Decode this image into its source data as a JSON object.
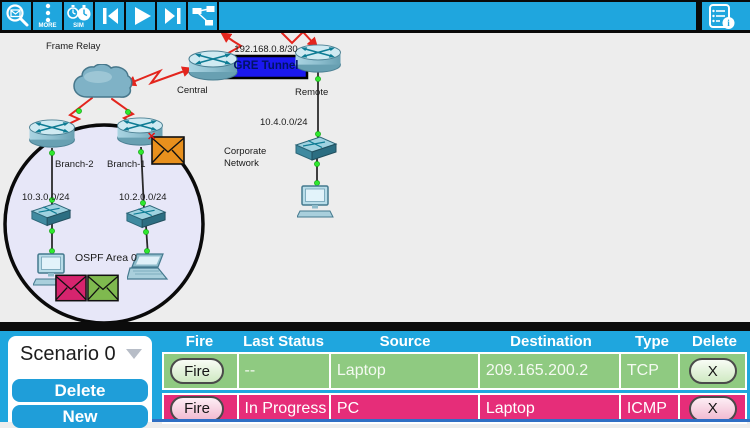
{
  "toolbar": {
    "more_label": "MORE",
    "sim_label": "SIM",
    "buttons": [
      "inspect-pdu",
      "more",
      "sim-mode",
      "step-back",
      "play",
      "step-forward",
      "topology-view",
      "pdu-list-info"
    ]
  },
  "topology": {
    "labels": {
      "frame_relay": "Frame Relay",
      "link_subnet": "192.168.0.8/30",
      "gre_tunnel": "GRE Tunnel",
      "central": "Central",
      "remote": "Remote",
      "branch2": "Branch-2",
      "branch1": "Branch-1",
      "subnet_103": "10.3.0.0/24",
      "subnet_102": "10.2.0.0/24",
      "ospf_area": "OSPF Area 0",
      "subnet_104": "10.4.0.0/24",
      "corporate_1": "Corporate",
      "corporate_2": "Network",
      "failed_x": "✕"
    }
  },
  "scenario_panel": {
    "selected": "Scenario 0",
    "delete_button": "Delete",
    "new_button": "New"
  },
  "pdu_table": {
    "headers": {
      "fire": "Fire",
      "last_status": "Last Status",
      "source": "Source",
      "destination": "Destination",
      "type": "Type",
      "delete": "Delete"
    },
    "rows": [
      {
        "fire_button": "Fire",
        "last_status": "--",
        "source": "Laptop",
        "destination": "209.165.200.2",
        "type": "TCP",
        "delete_button": "X",
        "row_color": "#8fca81"
      },
      {
        "fire_button": "Fire",
        "last_status": "In Progress",
        "source": "PC",
        "destination": "Laptop",
        "type": "ICMP",
        "delete_button": "X",
        "row_color": "#e62d79"
      }
    ]
  },
  "colors": {
    "toolbar_accent": "#1fa6de",
    "panel_blue": "#1fa6de",
    "success_row": "#8fca81",
    "fail_row": "#e62d79",
    "serial_link_red": "#e3251d",
    "link_status_green": "#2ee82e",
    "gre_tunnel_blue": "#1b18f0",
    "ospf_circle_fill": "#e7e7f8",
    "envelope_orange": "#e8901d",
    "envelope_pink": "#d6246e",
    "envelope_green": "#7fb94f"
  }
}
